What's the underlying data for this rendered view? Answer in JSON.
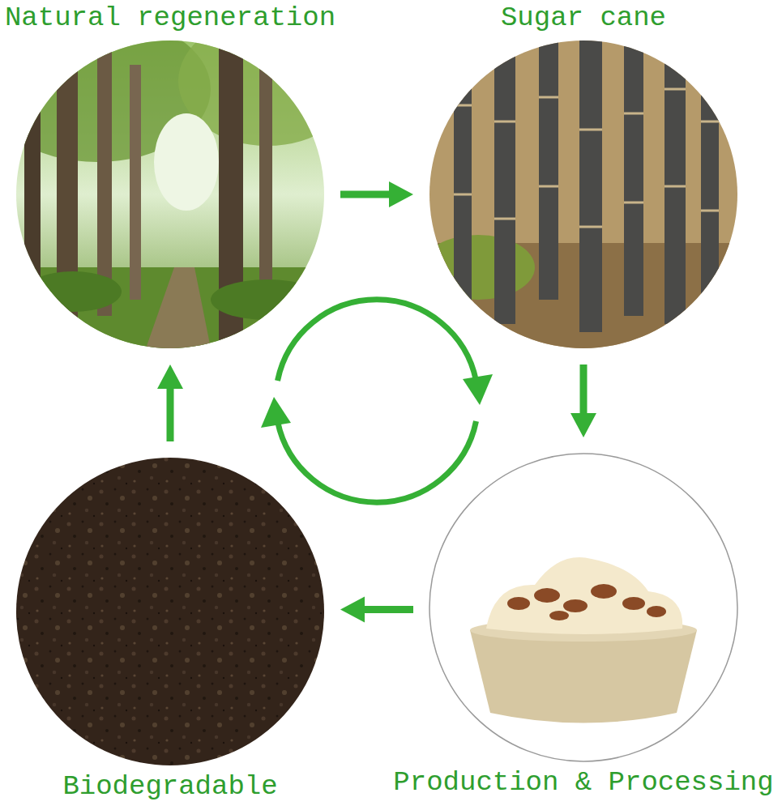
{
  "diagram": {
    "nodes": [
      {
        "text": [
          "Natural regeneration"
        ]
      },
      {
        "text": [
          "Sugar cane"
        ]
      },
      {
        "text": [
          "Biodegradable"
        ]
      },
      {
        "text": [
          "Production & Processing"
        ]
      }
    ],
    "edges": [
      {
        "from": 0,
        "to": 1,
        "arrow": "to"
      },
      {
        "from": 1,
        "to": 3,
        "arrow": "to"
      },
      {
        "from": 3,
        "to": 2,
        "arrow": "to"
      },
      {
        "from": 2,
        "to": 0,
        "arrow": "to"
      }
    ]
  }
}
